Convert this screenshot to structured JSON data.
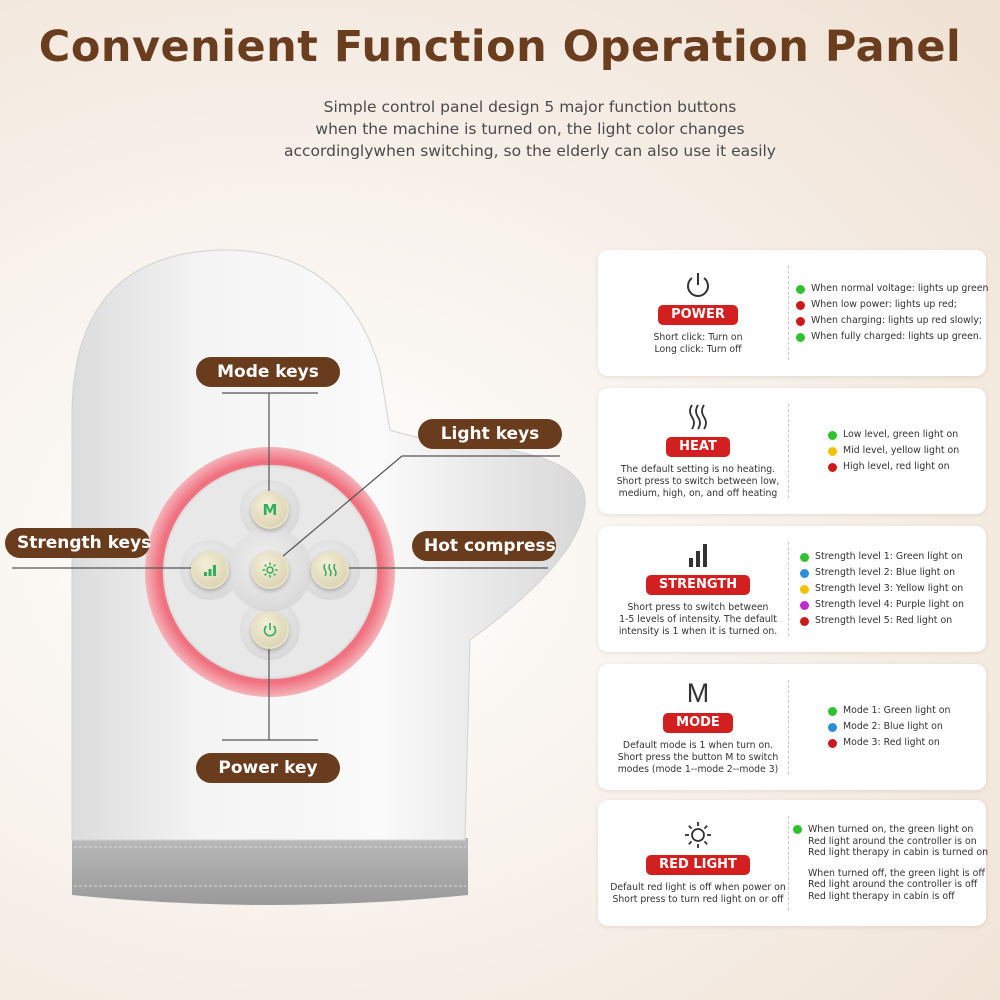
{
  "header": {
    "title": "Convenient Function Operation Panel",
    "subtitle_lines": [
      "Simple control panel design  5 major function buttons",
      "when the machine is turned on, the light color changes",
      "accordinglywhen switching, so the elderly can also use it easily"
    ]
  },
  "device": {
    "labels": {
      "mode": "Mode keys",
      "light": "Light keys",
      "strength": "Strength keys",
      "hot": "Hot compress",
      "power": "Power key"
    },
    "buttons": {
      "mode_glyph": "M"
    }
  },
  "colors": {
    "brown": "#6a3c1e",
    "red_badge": "#d21f1f",
    "green": "#2ec22e",
    "red": "#cc1a1a",
    "yellow": "#f2c200",
    "blue": "#2a8fd8",
    "purple": "#c02bd0"
  },
  "panels": {
    "power": {
      "icon": "power-icon",
      "name": "POWER",
      "desc": [
        "Short click: Turn on",
        "Long click: Turn off"
      ],
      "states": [
        {
          "color": "#2ec22e",
          "text": "When normal voltage: lights up green"
        },
        {
          "color": "#cc1a1a",
          "text": "When low power: lights up red;"
        },
        {
          "color": "#cc1a1a",
          "text": "When charging: lights up red slowly;"
        },
        {
          "color": "#2ec22e",
          "text": "When fully charged: lights up green."
        }
      ]
    },
    "heat": {
      "icon": "heat-wave-icon",
      "name": "HEAT",
      "desc": [
        "The default setting is no heating.",
        "Short press to switch between low,",
        "medium, high, on, and off heating"
      ],
      "states": [
        {
          "color": "#2ec22e",
          "text": "Low level, green light on"
        },
        {
          "color": "#f2c200",
          "text": "Mid level, yellow light on"
        },
        {
          "color": "#cc1a1a",
          "text": "High level, red light on"
        }
      ]
    },
    "strength": {
      "icon": "signal-bars-icon",
      "name": "STRENGTH",
      "desc": [
        "Short press to switch between",
        "1-5 levels of intensity. The default",
        "intensity is 1 when it is turned on."
      ],
      "states": [
        {
          "color": "#2ec22e",
          "text": "Strength level 1: Green light on"
        },
        {
          "color": "#2a8fd8",
          "text": "Strength level 2: Blue light on"
        },
        {
          "color": "#f2c200",
          "text": "Strength level 3: Yellow light on"
        },
        {
          "color": "#c02bd0",
          "text": "Strength level 4: Purple light on"
        },
        {
          "color": "#cc1a1a",
          "text": "Strength level 5: Red light on"
        }
      ]
    },
    "mode": {
      "icon_glyph": "M",
      "name": "MODE",
      "desc": [
        "Default mode is 1 when turn on.",
        "Short press the button M to switch",
        "modes (mode 1--mode 2--mode 3)"
      ],
      "states": [
        {
          "color": "#2ec22e",
          "text": "Mode 1: Green light on"
        },
        {
          "color": "#2a8fd8",
          "text": "Mode 2: Blue light on"
        },
        {
          "color": "#cc1a1a",
          "text": "Mode 3: Red light on"
        }
      ]
    },
    "redlight": {
      "icon": "sun-icon",
      "name": "RED LIGHT",
      "desc": [
        "Default red light is off when power on",
        "Short press to turn red light on or off"
      ],
      "on_dot": "#2ec22e",
      "on_lines": [
        "When turned on, the green light on",
        "Red light around the controller is on",
        "Red light therapy in cabin is turned on"
      ],
      "off_lines": [
        "When turned off, the green light is off",
        "Red light around the controller is off",
        "Red light therapy in cabin is off"
      ]
    }
  }
}
